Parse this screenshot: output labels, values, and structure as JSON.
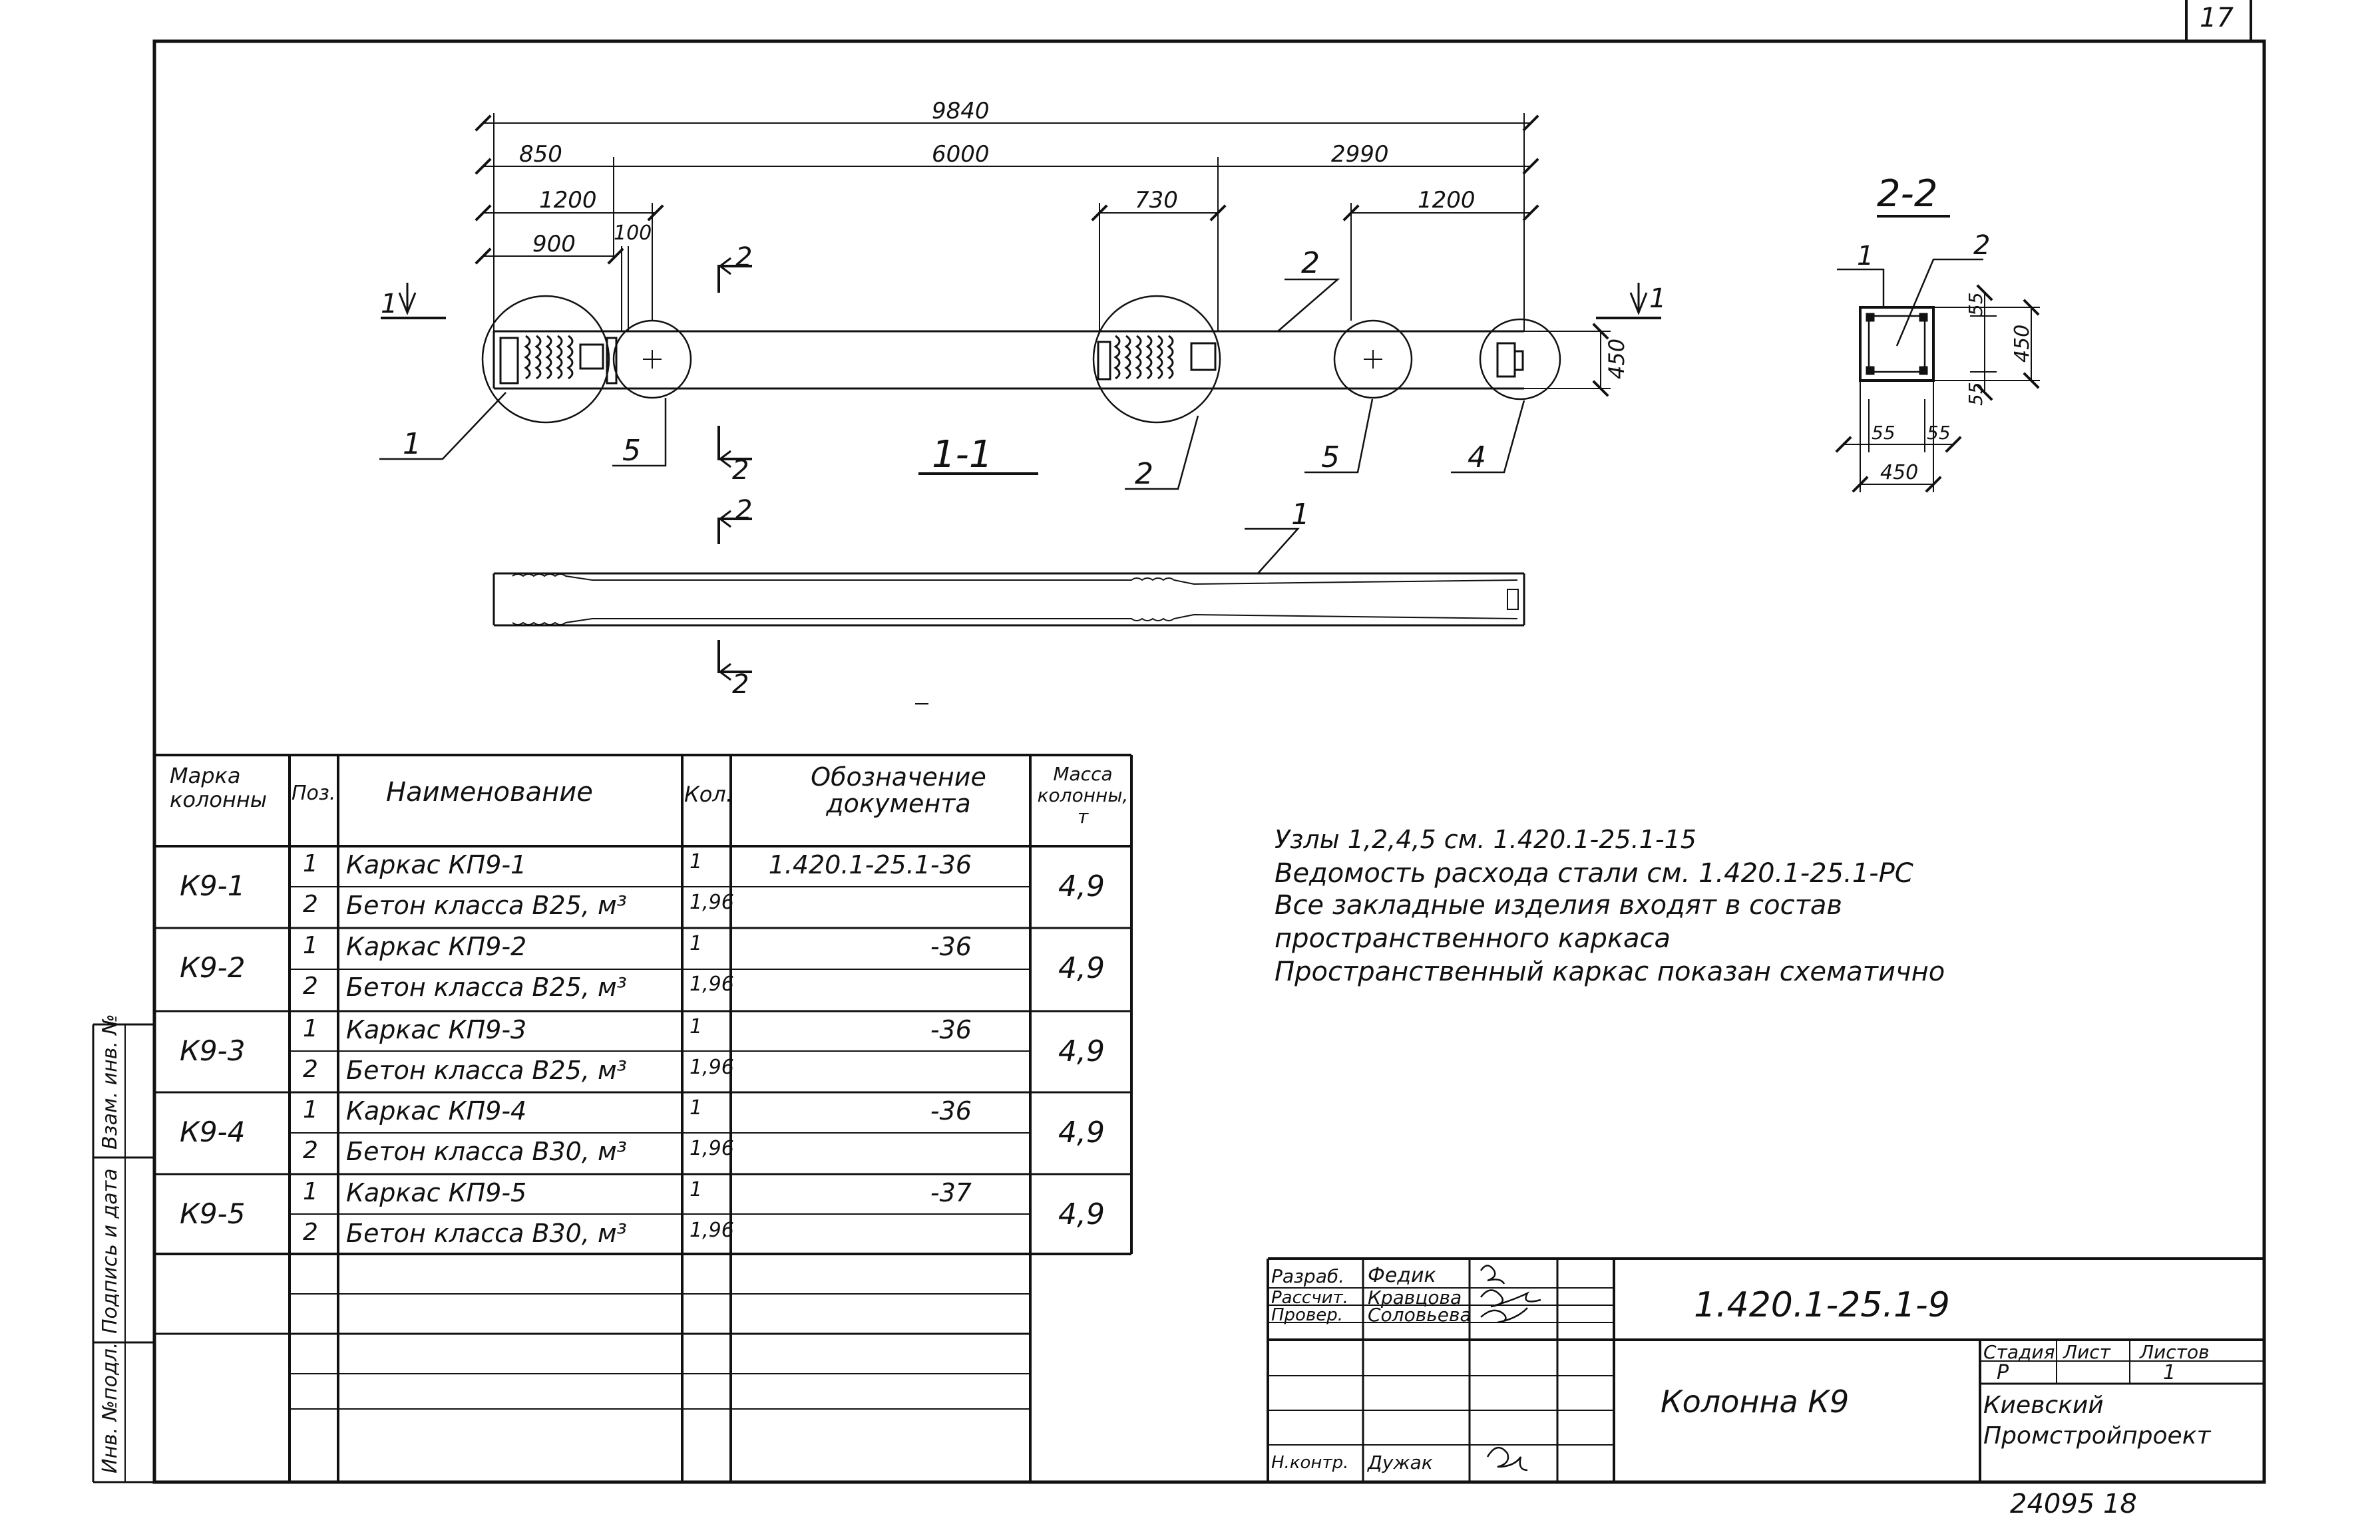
{
  "sheet_number": "17",
  "drawing": {
    "dimensions": {
      "total": "9840",
      "d850": "850",
      "d6000": "6000",
      "d2990": "2990",
      "d1200_left": "1200",
      "d900": "900",
      "d100": "100",
      "d730": "730",
      "d1200_right": "1200",
      "d450_height": "450"
    },
    "section_2_2": {
      "title": "2-2",
      "leader_1": "1",
      "leader_2": "2",
      "dim_55_a": "55",
      "dim_55_b": "55",
      "dim_450_v": "450",
      "dim_55_c": "55",
      "dim_55_d": "55",
      "dim_450_h": "450"
    },
    "view_1_1": {
      "title": "1-1",
      "mark_1_left": "1",
      "mark_1_right": "1",
      "cut_2_top": "2",
      "cut_2_bottom": "2",
      "cut_2_top_b": "2",
      "cut_2_bottom_b": "2",
      "pos_1": "1",
      "pos_2": "2",
      "pos_2_top": "2",
      "pos_4": "4",
      "pos_5_left": "5",
      "pos_5_right": "5",
      "pos_1_bottom": "1"
    }
  },
  "spec_table": {
    "headers": {
      "mark": "Марка колонны",
      "pos": "Поз.",
      "name": "Наименование",
      "qty": "Кол.",
      "doc": "Обозначение документа",
      "mass": "Масса колонны, т"
    },
    "groups": [
      {
        "mark": "К9-1",
        "mass": "4,9",
        "rows": [
          {
            "pos": "1",
            "name": "Каркас   КП9-1",
            "qty": "1",
            "doc": "1.420.1-25.1-36"
          },
          {
            "pos": "2",
            "name": "Бетон   класса  В25, м³",
            "qty": "1,96",
            "doc": ""
          }
        ]
      },
      {
        "mark": "К9-2",
        "mass": "4,9",
        "rows": [
          {
            "pos": "1",
            "name": "Каркас   КП9-2",
            "qty": "1",
            "doc": "-36"
          },
          {
            "pos": "2",
            "name": "Бетон   класса  В25, м³",
            "qty": "1,96",
            "doc": ""
          }
        ]
      },
      {
        "mark": "К9-3",
        "mass": "4,9",
        "rows": [
          {
            "pos": "1",
            "name": "Каркас   КП9-3",
            "qty": "1",
            "doc": "-36"
          },
          {
            "pos": "2",
            "name": "Бетон   класса  В25, м³",
            "qty": "1,96",
            "doc": ""
          }
        ]
      },
      {
        "mark": "К9-4",
        "mass": "4,9",
        "rows": [
          {
            "pos": "1",
            "name": "Каркас   КП9-4",
            "qty": "1",
            "doc": "-36"
          },
          {
            "pos": "2",
            "name": "Бетон   класса  В30, м³",
            "qty": "1,96",
            "doc": ""
          }
        ]
      },
      {
        "mark": "К9-5",
        "mass": "4,9",
        "rows": [
          {
            "pos": "1",
            "name": "Каркас   КП9-5",
            "qty": "1",
            "doc": "-37"
          },
          {
            "pos": "2",
            "name": "Бетон   класса  В30, м³",
            "qty": "1,96",
            "doc": ""
          }
        ]
      }
    ]
  },
  "notes": [
    "Узлы  1,2,4,5   см.  1.420.1-25.1-15",
    "Ведомость   расхода   стали   см.  1.420.1-25.1-РС",
    "Все   закладные   изделия  входят    в  состав",
    "пространственного    каркаса",
    "Пространственный    каркас   показан   схематично"
  ],
  "side_stamp": {
    "inv_orig": "Инв. №подл.",
    "sign_date": "Подпись и дата",
    "replace_inv": "Взам. инв. №"
  },
  "title_block": {
    "roles": [
      {
        "role": "Разраб.",
        "name": "Федик"
      },
      {
        "role": "Рассчит.",
        "name": "Кравцова"
      },
      {
        "role": "Провер.",
        "name": "Соловьева"
      },
      {
        "role": "",
        "name": ""
      },
      {
        "role": "",
        "name": ""
      },
      {
        "role": "",
        "name": ""
      },
      {
        "role": "Н.контр.",
        "name": "Дужак"
      }
    ],
    "code": "1.420.1-25.1-9",
    "item_name": "Колонна   К9",
    "stage_label": "Стадия",
    "sheet_label": "Лист",
    "sheets_label": "Листов",
    "stage_value": "Р",
    "sheet_value": "",
    "sheets_value": "1",
    "organization": "Киевский Промстройпроект",
    "org_line1": "Киевский",
    "org_line2": "Промстройпроект",
    "archive_no": "24095   18"
  }
}
